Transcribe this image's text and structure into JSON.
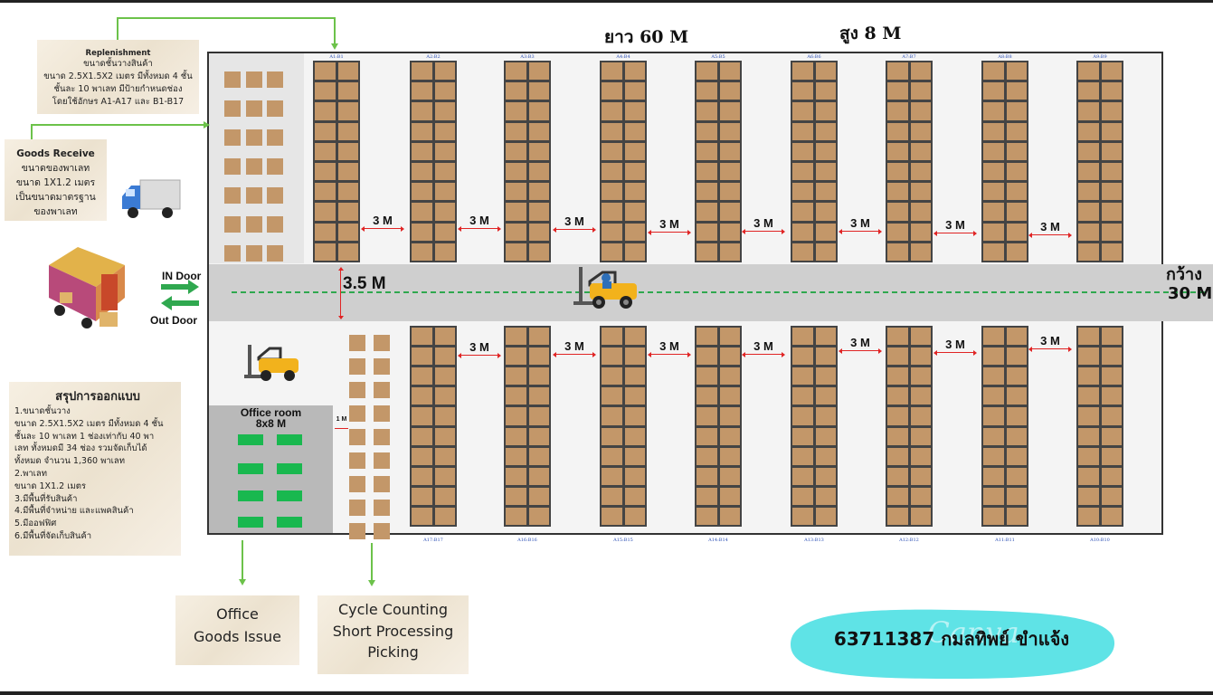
{
  "dimensions": {
    "length": "ยาว 60 M",
    "height": "สูง 8 M",
    "width_line1": "กว้าง",
    "width_line2": "30 M",
    "aisle": "3.5 M"
  },
  "notes": {
    "replenishment": {
      "title": "Replenishment",
      "lines": [
        "ขนาดชั้นวางสินค้า",
        "ขนาด 2.5X1.5X2 เมตร มีทั้งหมด 4 ชั้น",
        "ชั้นละ 10 พาเลท มีป้ายกำหนดช่อง",
        "โดยใช้อักษร A1-A17 และ B1-B17"
      ]
    },
    "goods_receive": {
      "title": "Goods Receive",
      "lines": [
        "ขนาดของพาเลท",
        "ขนาด 1X1.2 เมตร",
        "เป็นขนาดมาตรฐาน",
        "ของพาเลท"
      ]
    },
    "summary": {
      "title": "สรุปการออกแบบ",
      "lines": [
        "1.ขนาดชั้นวาง",
        "ขนาด 2.5X1.5X2 เมตร มีทั้งหมด 4 ชั้น",
        "ชั้นละ 10 พาเลท 1 ช่องเท่ากับ 40 พา",
        "เลท ทั้งหมดมี 34 ช่อง รวมจัดเก็บได้",
        "ทั้งหมด จำนวน 1,360 พาเลท",
        "2.พาเลท",
        "ขนาด 1X1.2 เมตร",
        "3.มีพื้นที่รับสินค้า",
        "4.มีพื้นที่จำหน่าย และแพคสินค้า",
        "5.มีออฟฟิศ",
        "6.มีพื้นที่จัดเก็บสินค้า"
      ]
    },
    "office_box": {
      "lines": [
        "Office",
        "Goods Issue"
      ]
    },
    "cycle_box": {
      "lines": [
        "Cycle Counting",
        "Short Processing",
        "Picking"
      ]
    }
  },
  "office": {
    "title_line1": "Office room",
    "title_line2": "8x8 M"
  },
  "doors": {
    "in": "IN Door",
    "out": "Out Door"
  },
  "gap_label": "3 M",
  "small_gap_label": "1 M",
  "rack_labels_top": [
    "A1:B1",
    "A2:B2",
    "A3:B3",
    "A4:B4",
    "A5:B5",
    "A6:B6",
    "A7:B7",
    "A8:B8",
    "A9:B9"
  ],
  "rack_labels_bottom": [
    "A17:B17",
    "A16:B16",
    "A15:B15",
    "A14:B14",
    "A13:B13",
    "A12:B12",
    "A11:B11",
    "A10:B10"
  ],
  "banner": {
    "text": "63711387 กมลทิพย์ ขำแจ้ง",
    "watermark": "Canva"
  },
  "colors": {
    "rack_frame": "#444444",
    "pallet": "#c39769",
    "aisle": "#cfcfcf",
    "arrow_red": "#e02424",
    "leader_green": "#6cc24a",
    "desk_green": "#19b84f",
    "banner_cyan": "#5fe3e6",
    "rack_label_blue": "#2c4fb5"
  },
  "icons": [
    "forklift-icon",
    "delivery-truck-icon",
    "cargo-truck-icon",
    "door-arrows-icon"
  ]
}
